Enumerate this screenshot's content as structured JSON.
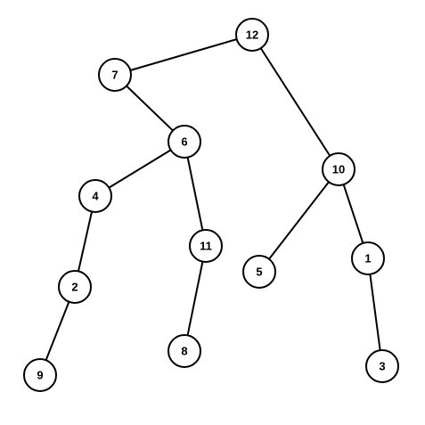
{
  "diagram": {
    "type": "tree",
    "colors": {
      "line": "#000000",
      "node_fill": "#ffffff",
      "text": "#000000"
    },
    "nodes": [
      {
        "id": "12",
        "label": "12"
      },
      {
        "id": "7",
        "label": "7"
      },
      {
        "id": "6",
        "label": "6"
      },
      {
        "id": "10",
        "label": "10"
      },
      {
        "id": "4",
        "label": "4"
      },
      {
        "id": "11",
        "label": "11"
      },
      {
        "id": "5",
        "label": "5"
      },
      {
        "id": "1",
        "label": "1"
      },
      {
        "id": "2",
        "label": "2"
      },
      {
        "id": "8",
        "label": "8"
      },
      {
        "id": "3",
        "label": "3"
      },
      {
        "id": "9",
        "label": "9"
      }
    ],
    "edges": [
      {
        "from": "12",
        "to": "7"
      },
      {
        "from": "12",
        "to": "10"
      },
      {
        "from": "7",
        "to": "6"
      },
      {
        "from": "6",
        "to": "4"
      },
      {
        "from": "6",
        "to": "11"
      },
      {
        "from": "4",
        "to": "2"
      },
      {
        "from": "2",
        "to": "9"
      },
      {
        "from": "11",
        "to": "8"
      },
      {
        "from": "10",
        "to": "5"
      },
      {
        "from": "10",
        "to": "1"
      },
      {
        "from": "1",
        "to": "3"
      }
    ]
  }
}
